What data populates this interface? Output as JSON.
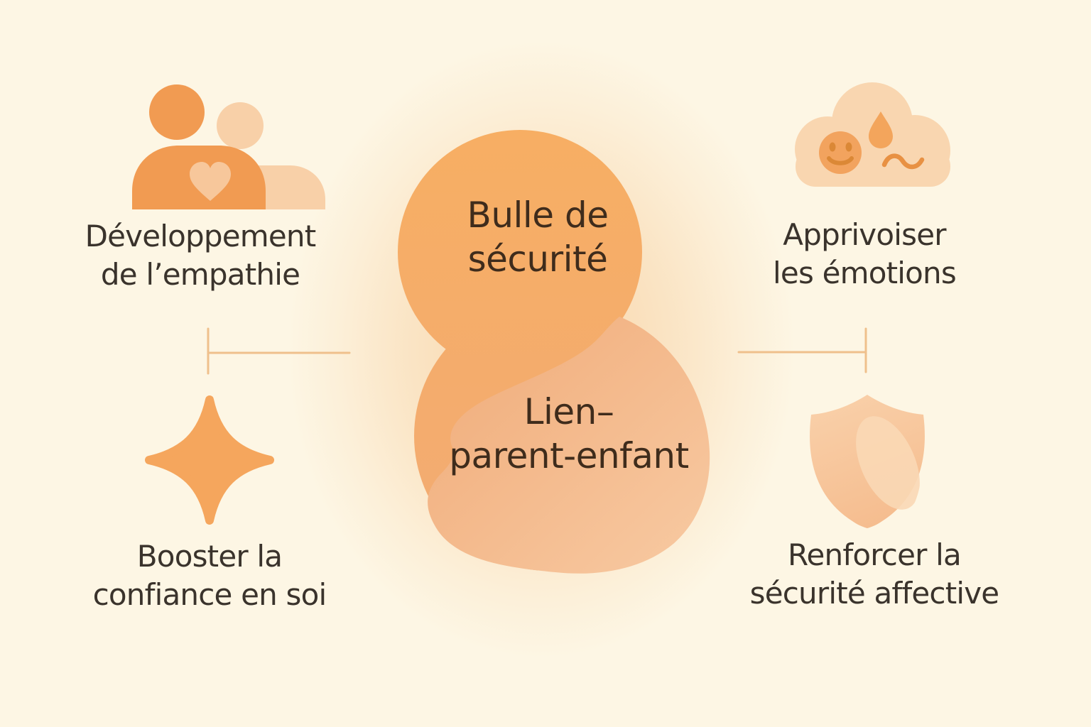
{
  "palette": {
    "background": "#FDF6E4",
    "glow": "#F7CD9B",
    "blob_top": "#F7AE63",
    "blob_top_deep": "#F2AB74",
    "blob_bottom_start": "#F1AF7E",
    "blob_bottom_end": "#F8CBA4",
    "connector": "#EFC08C",
    "label_text": "#3A332C",
    "bubble_text": "#3F2C1C",
    "parent_orange": "#F19B52",
    "child_peach": "#F8D0A8",
    "heart_peach": "#F7CBA2",
    "sparkle_orange": "#F5A65D",
    "cloud_peach": "#F9D6B0",
    "smiley_orange": "#F2A35E",
    "smiley_feature": "#DB8836",
    "drop_orange": "#F3A55C",
    "squiggle_orange": "#E89143",
    "shield_light": "#F9CFA8",
    "shield_deep": "#F5BC8E",
    "shield_sheen": "#FAD8B5"
  },
  "center": {
    "top_bubble": {
      "line1": "Bulle de",
      "line2": "sécurité"
    },
    "bottom_bubble": {
      "line1": "Lien–",
      "line2": "parent-enfant"
    }
  },
  "quadrants": {
    "top_left": {
      "icon": "family-heart-icon",
      "line1": "Développement",
      "line2": "de l’empathie"
    },
    "top_right": {
      "icon": "emotion-cloud-icon",
      "line1": "Apprivoiser",
      "line2": "les émotions"
    },
    "bottom_left": {
      "icon": "sparkle-icon",
      "line1": "Booster la",
      "line2": "confiance en soi"
    },
    "bottom_right": {
      "icon": "shield-icon",
      "line1": "Renforcer la",
      "line2": "sécurité affective"
    }
  }
}
